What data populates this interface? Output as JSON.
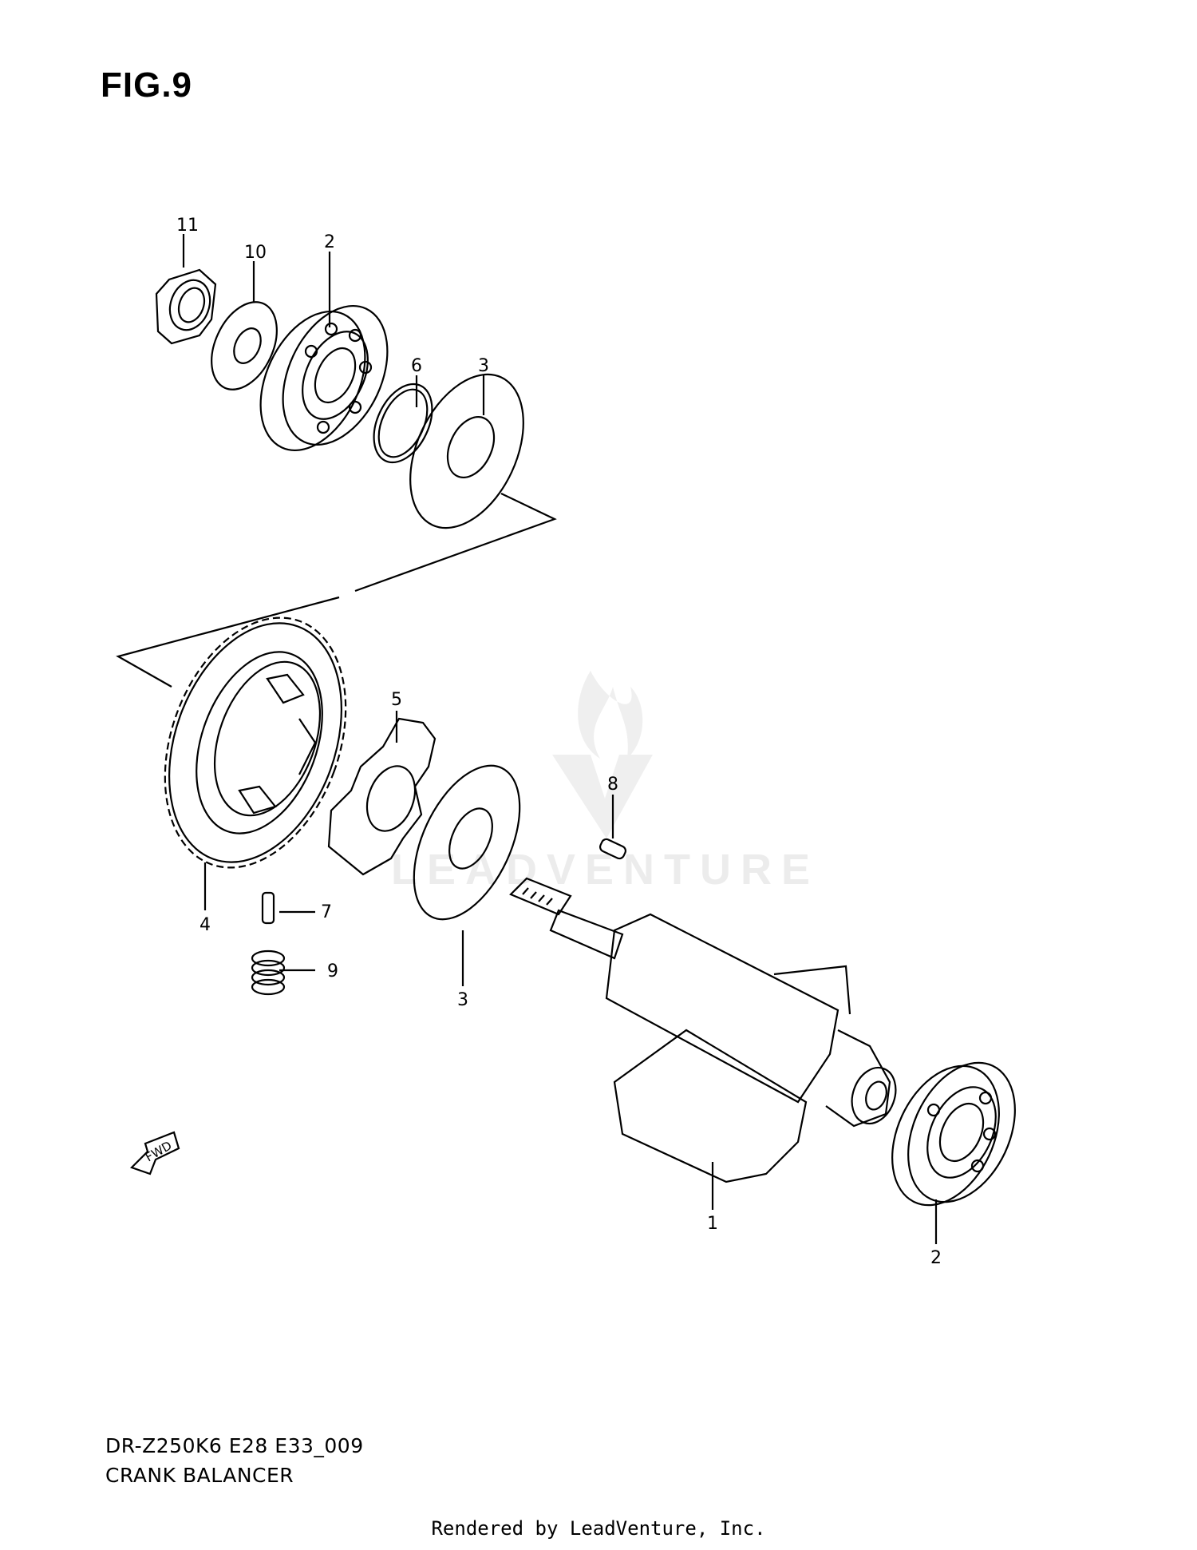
{
  "figure": {
    "title": "FIG.9",
    "model_code": "DR-Z250K6 E28 E33_009",
    "assembly_name": "CRANK BALANCER"
  },
  "callouts": [
    "11",
    "10",
    "2",
    "6",
    "3",
    "5",
    "8",
    "4",
    "7",
    "9",
    "3",
    "1",
    "2"
  ],
  "direction_arrow": {
    "label": "FWD",
    "icon": "fwd-arrow-icon"
  },
  "watermark": {
    "text": "LEADVENTURE",
    "icon": "leadventure-logo-icon"
  },
  "footer": {
    "text": "Rendered by LeadVenture, Inc."
  }
}
